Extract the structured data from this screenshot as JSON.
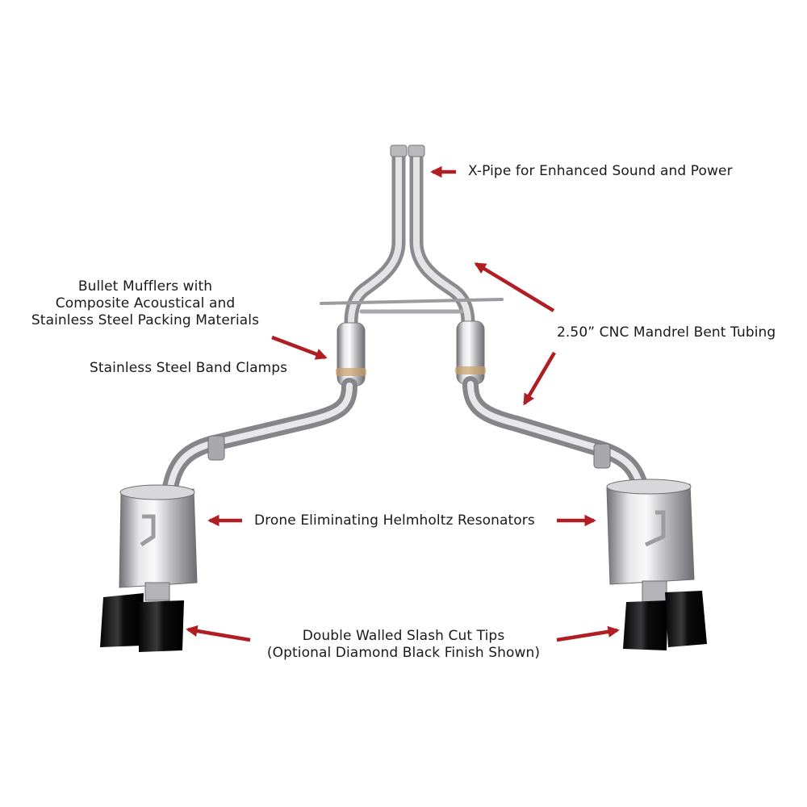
{
  "labels": {
    "xpipe": "X-Pipe for Enhanced Sound and Power",
    "mufflers": [
      "Bullet Mufflers with",
      "Composite Acoustical and",
      "Stainless Steel Packing Materials"
    ],
    "clamps": "Stainless Steel Band Clamps",
    "tubing": "2.50” CNC Mandrel Bent Tubing",
    "resonators": "Drone Eliminating Helmholtz Resonators",
    "tips": [
      "Double Walled Slash Cut Tips",
      "(Optional Diamond Black Finish Shown)"
    ]
  },
  "colors": {
    "arrow": "#b01e23",
    "steel_light": "#e9e9ea",
    "steel_mid": "#b9b9bc",
    "steel_dark": "#7d7d82",
    "tip_black": "#141414",
    "text": "#1a1a1a"
  },
  "icons": [
    "arrow-icon",
    "exhaust-system-icon"
  ]
}
